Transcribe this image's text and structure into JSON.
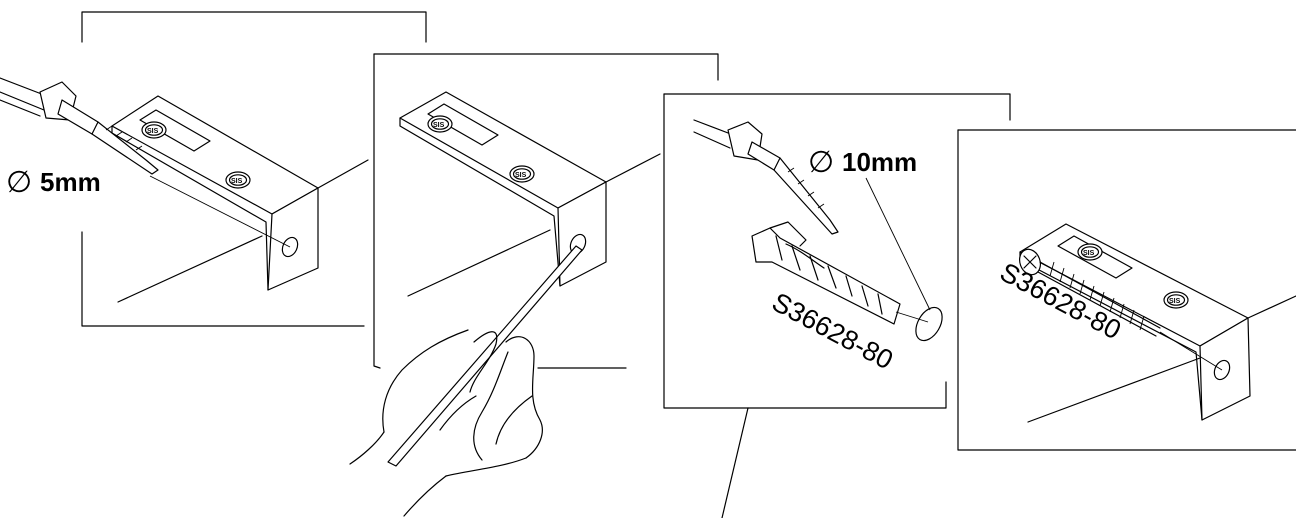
{
  "figure": {
    "steps": [
      {
        "id": "step-1",
        "drill_size_label": "5mm"
      },
      {
        "id": "step-2"
      },
      {
        "id": "step-3",
        "drill_size_label": "10mm",
        "part_label": "S36628-80"
      },
      {
        "id": "step-4",
        "part_label": "S36628-80"
      }
    ],
    "bracket_logo_text": "SIS",
    "diameter_symbol": "∅",
    "line_color": "#000000",
    "background_color": "#ffffff"
  }
}
